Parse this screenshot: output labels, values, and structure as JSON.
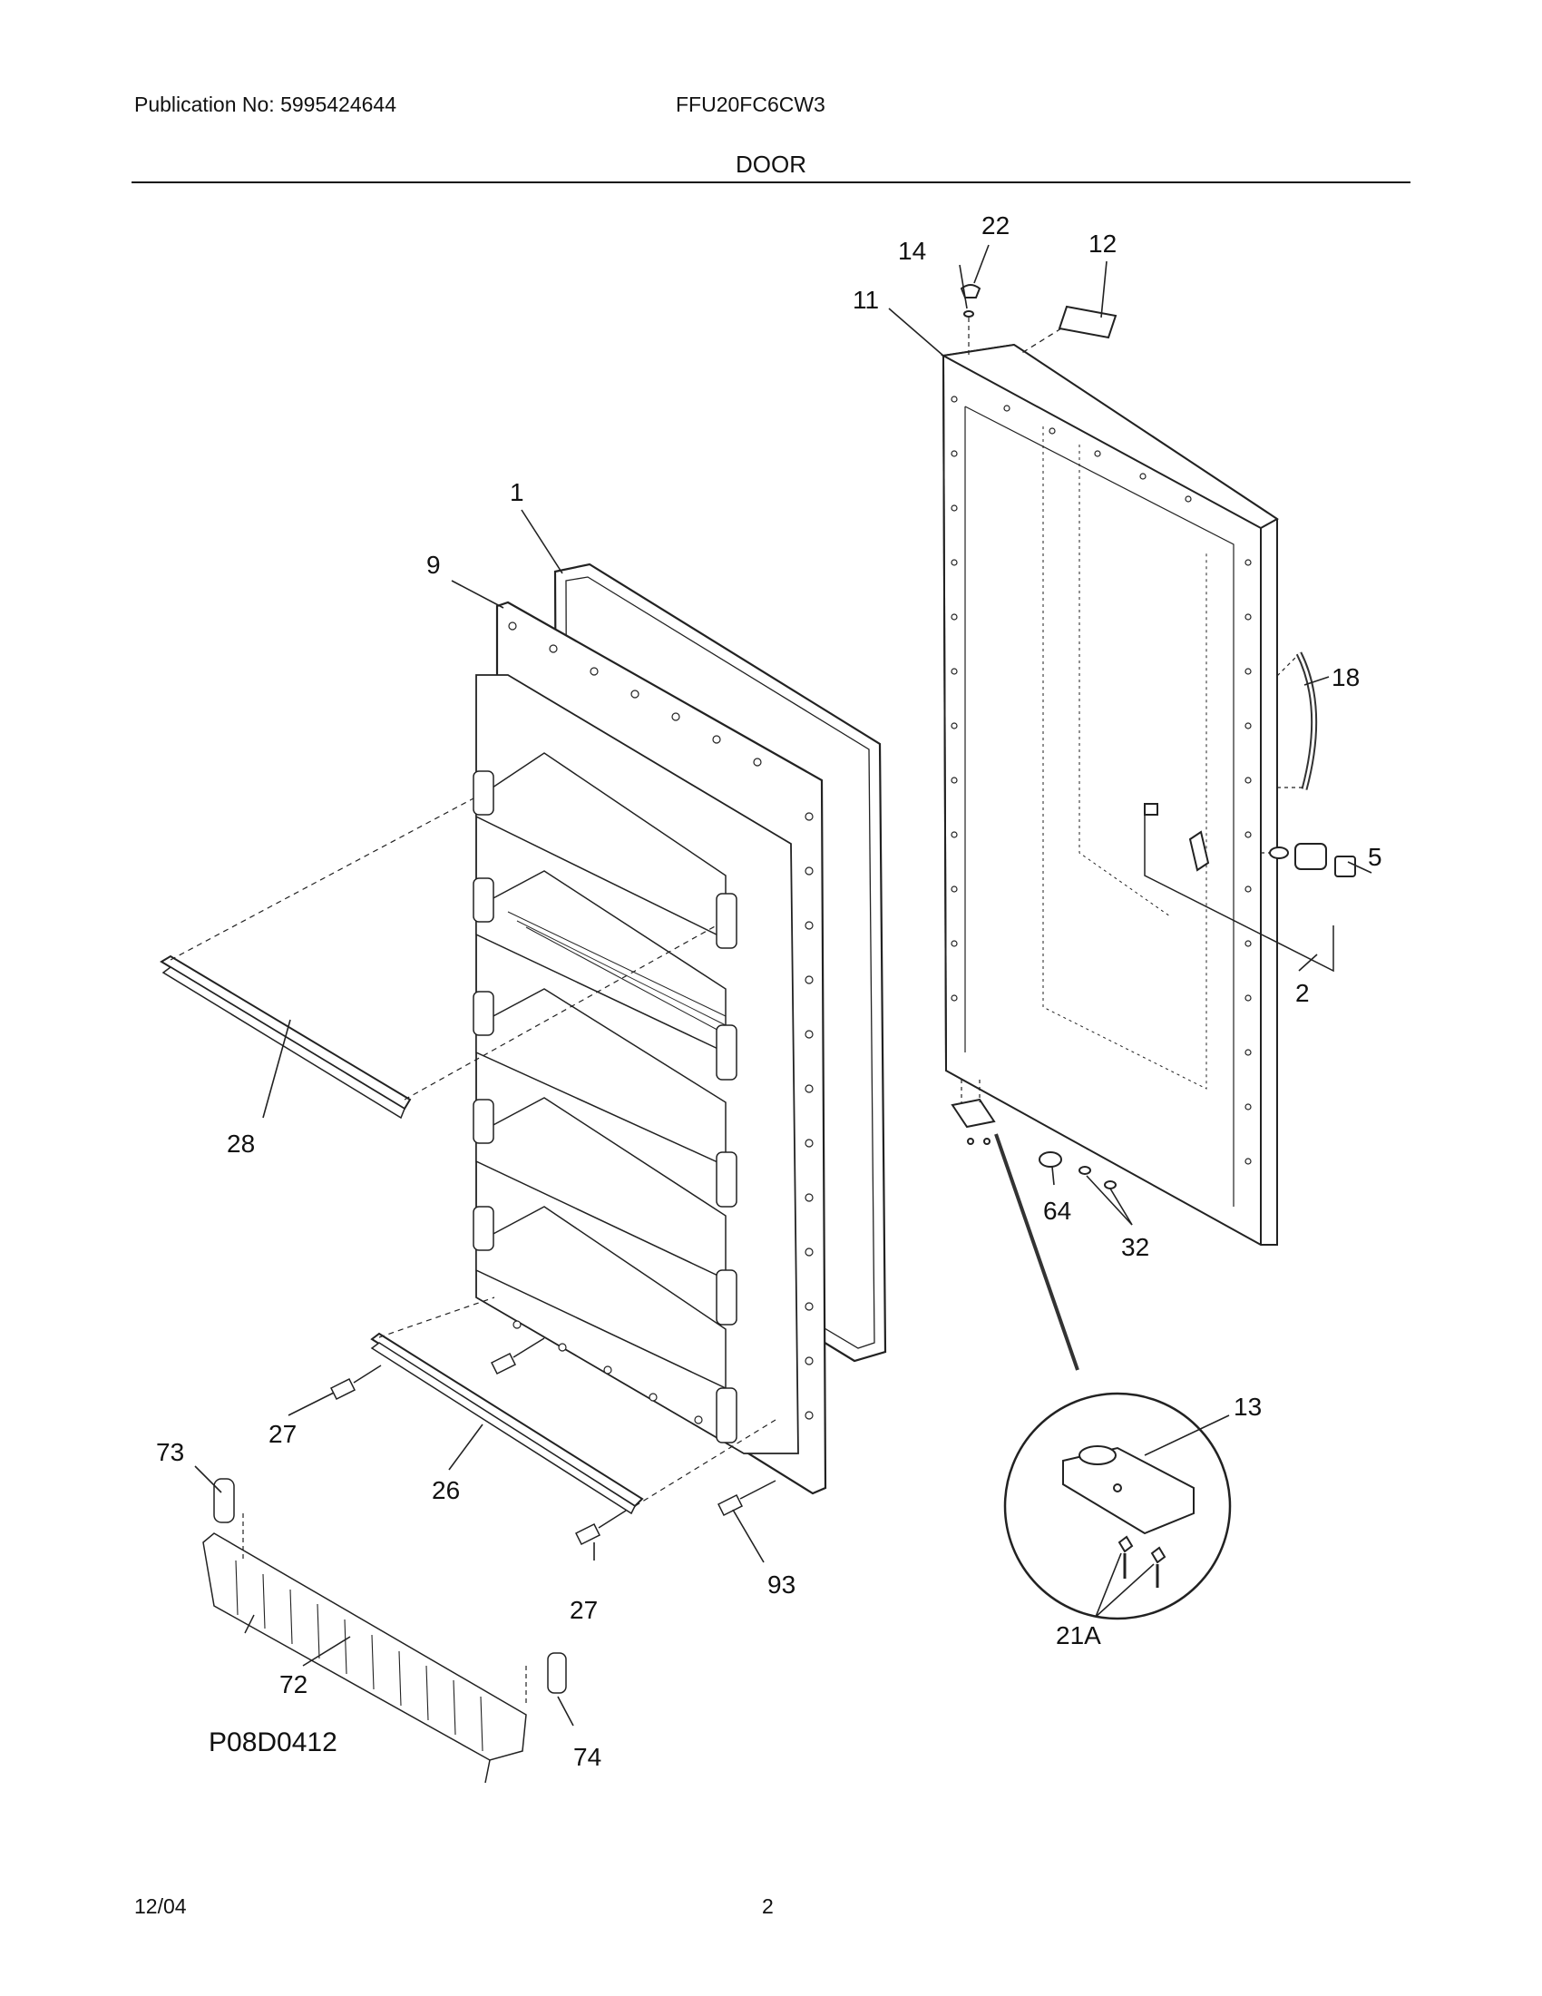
{
  "header": {
    "publication": "Publication No: 5995424644",
    "model": "FFU20FC6CW3",
    "section_title": "DOOR"
  },
  "footer": {
    "date": "12/04",
    "page": "2"
  },
  "diagram": {
    "drawing_code": "P08D0412",
    "callouts": [
      "22",
      "14",
      "12",
      "11",
      "1",
      "9",
      "18",
      "5",
      "2",
      "28",
      "64",
      "32",
      "13",
      "27",
      "26",
      "73",
      "93",
      "21A",
      "72",
      "74"
    ]
  }
}
